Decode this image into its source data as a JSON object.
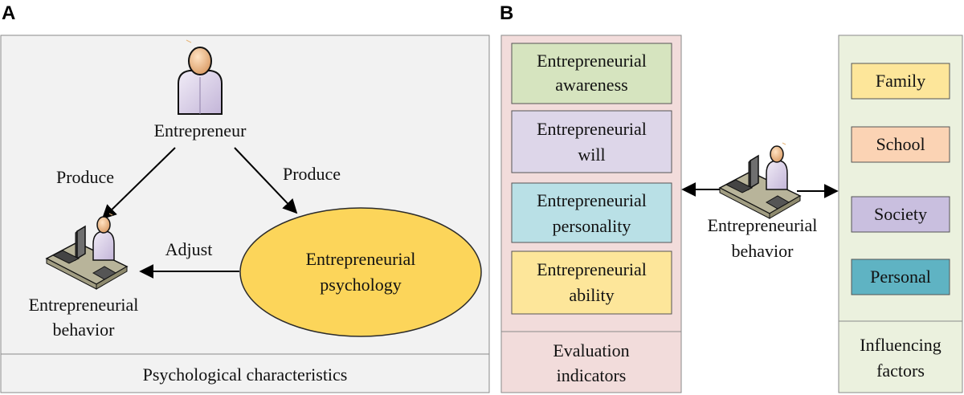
{
  "panel_a": {
    "letter": "A",
    "entrepreneur_label": "Entrepreneur",
    "produce_left": "Produce",
    "produce_right": "Produce",
    "adjust": "Adjust",
    "behavior_line1": "Entrepreneurial",
    "behavior_line2": "behavior",
    "psychology_line1": "Entrepreneurial",
    "psychology_line2": "psychology",
    "footer": "Psychological characteristics"
  },
  "panel_b": {
    "letter": "B",
    "indicators": [
      {
        "line1": "Entrepreneurial",
        "line2": "awareness",
        "color": "#d6e4bf"
      },
      {
        "line1": "Entrepreneurial",
        "line2": "will",
        "color": "#ddd6e9"
      },
      {
        "line1": "Entrepreneurial",
        "line2": "personality",
        "color": "#b9e0e6"
      },
      {
        "line1": "Entrepreneurial",
        "line2": "ability",
        "color": "#fde69a"
      }
    ],
    "indicators_footer_line1": "Evaluation",
    "indicators_footer_line2": "indicators",
    "center_line1": "Entrepreneurial",
    "center_line2": "behavior",
    "factors": [
      {
        "label": "Family",
        "color": "#fde69a"
      },
      {
        "label": "School",
        "color": "#fbd3b4"
      },
      {
        "label": "Society",
        "color": "#c9bfdf"
      },
      {
        "label": "Personal",
        "color": "#5fb3c3"
      }
    ],
    "factors_footer_line1": "Influencing",
    "factors_footer_line2": "factors"
  },
  "colors": {
    "panel_a_bg": "#f2f2f2",
    "indicators_bg": "#f2dcdb",
    "factors_bg": "#ebf1de",
    "ellipse_fill": "#fcd55a",
    "person_shirt": "#e4dcef",
    "person_skin": "#f5c79a"
  }
}
